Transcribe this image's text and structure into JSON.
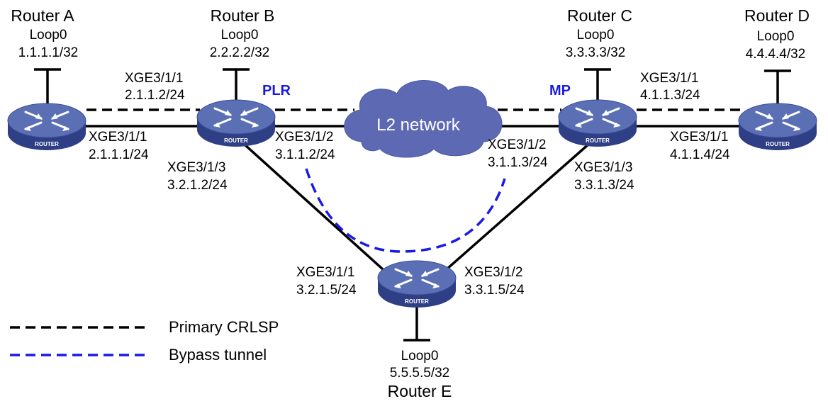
{
  "colors": {
    "router_top": "#5b6fb4",
    "router_side": "#2f3f86",
    "cloud": "#5d6ab3",
    "primary_line": "#000000",
    "bypass_line": "#1a1ae6",
    "role_label": "#1a1ae6"
  },
  "routers": {
    "a": {
      "name": "Router A",
      "loop_label": "Loop0",
      "loop_ip": "1.1.1.1/32",
      "badge": "ROUTER",
      "icon": "router-icon"
    },
    "b": {
      "name": "Router B",
      "loop_label": "Loop0",
      "loop_ip": "2.2.2.2/32",
      "badge": "ROUTER",
      "role": "PLR",
      "icon": "router-icon"
    },
    "c": {
      "name": "Router C",
      "loop_label": "Loop0",
      "loop_ip": "3.3.3.3/32",
      "badge": "ROUTER",
      "role": "MP",
      "icon": "router-icon"
    },
    "d": {
      "name": "Router D",
      "loop_label": "Loop0",
      "loop_ip": "4.4.4.4/32",
      "badge": "ROUTER",
      "icon": "router-icon"
    },
    "e": {
      "name": "Router E",
      "loop_label": "Loop0",
      "loop_ip": "5.5.5.5/32",
      "badge": "ROUTER",
      "icon": "router-icon"
    }
  },
  "cloud": {
    "label": "L2 network",
    "icon": "cloud-icon"
  },
  "interfaces": {
    "b_to_a": {
      "port": "XGE3/1/1",
      "ip": "2.1.1.2/24"
    },
    "a_to_b": {
      "port": "XGE3/1/1",
      "ip": "2.1.1.1/24"
    },
    "b_to_cloud": {
      "port": "XGE3/1/2",
      "ip": "3.1.1.2/24"
    },
    "b_to_e": {
      "port": "XGE3/1/3",
      "ip": "3.2.1.2/24"
    },
    "c_to_cloud": {
      "port": "XGE3/1/2",
      "ip": "3.1.1.3/24"
    },
    "c_to_e": {
      "port": "XGE3/1/3",
      "ip": "3.3.1.3/24"
    },
    "c_to_d": {
      "port": "XGE3/1/1",
      "ip": "4.1.1.3/24"
    },
    "d_to_c": {
      "port": "XGE3/1/1",
      "ip": "4.1.1.4/24"
    },
    "e_to_b": {
      "port": "XGE3/1/1",
      "ip": "3.2.1.5/24"
    },
    "e_to_c": {
      "port": "XGE3/1/2",
      "ip": "3.3.1.5/24"
    }
  },
  "legend": {
    "primary": "Primary CRLSP",
    "bypass": "Bypass tunnel"
  }
}
